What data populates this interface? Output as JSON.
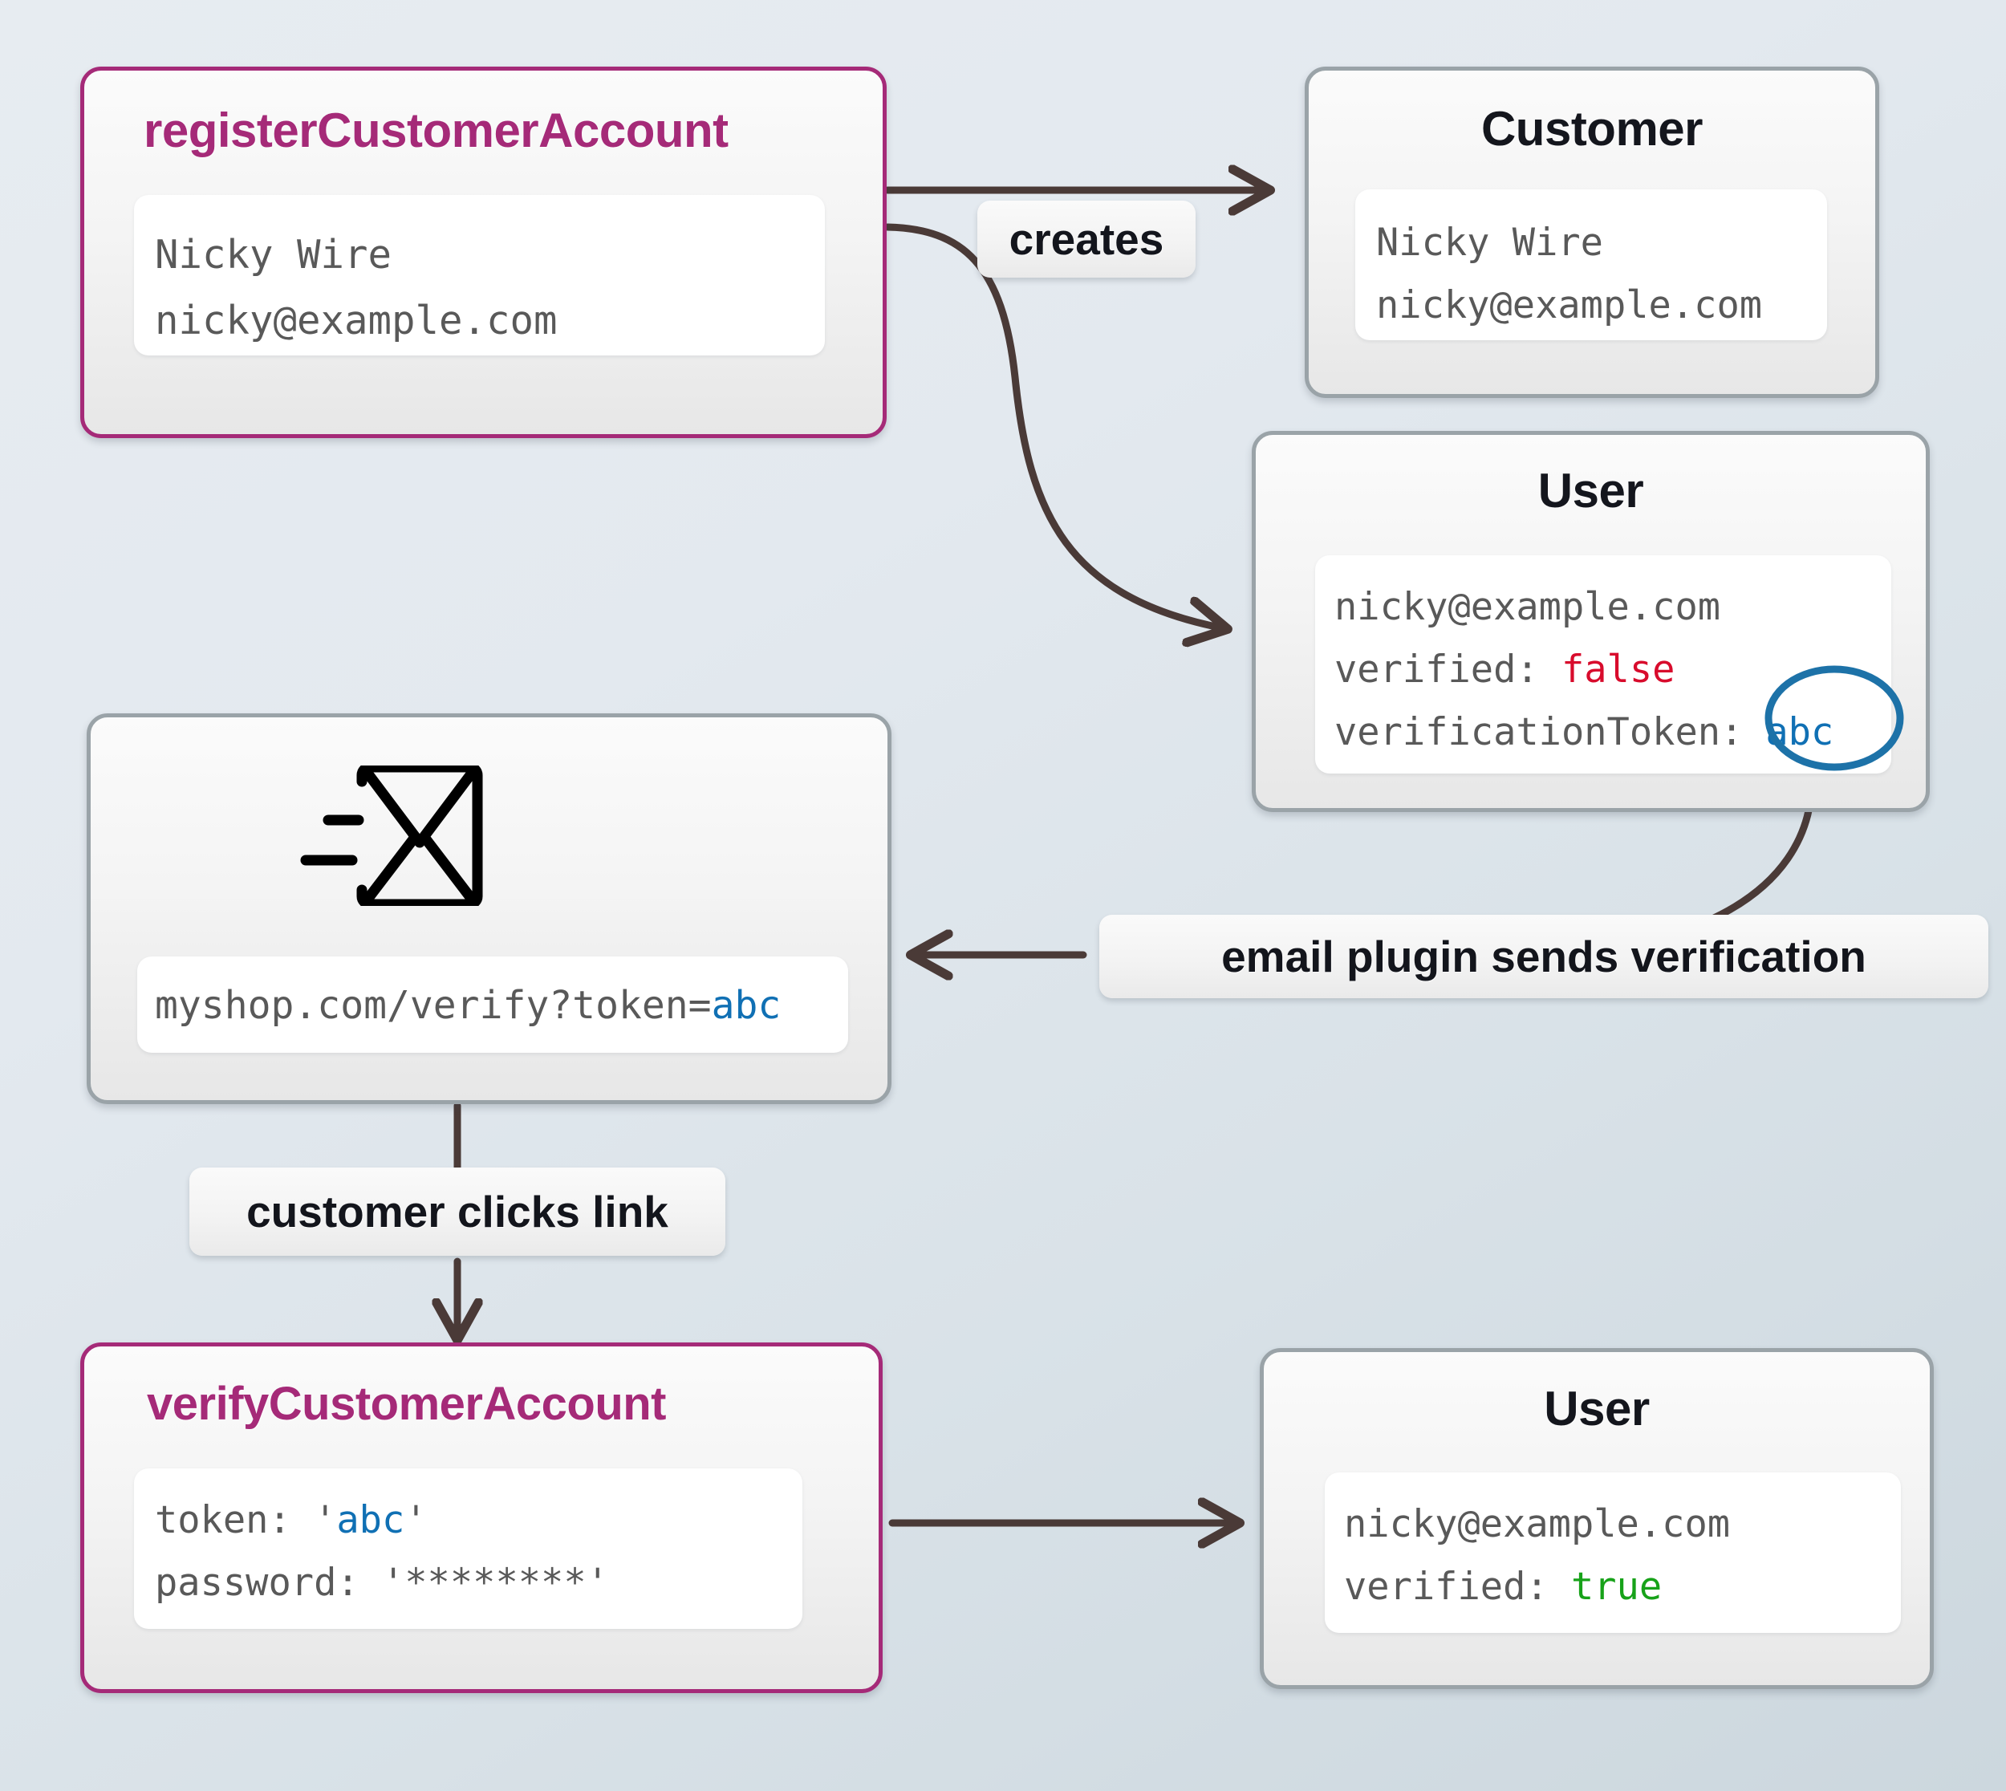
{
  "diagram": {
    "title": "customer account registration and email verification flow",
    "colors": {
      "accent": "#a52a78",
      "edge": "#4a3a37",
      "token_highlight": "#1070b4",
      "false": "#d80b2c",
      "true": "#17a219",
      "node_border": "#9aa3a8",
      "background_top": "#e7ecf1",
      "background_bottom": "#ccd7de"
    }
  },
  "nodes": {
    "register": {
      "title": "registerCustomerAccount",
      "lines": [
        "Nicky Wire",
        "nicky@example.com"
      ]
    },
    "customer": {
      "title": "Customer",
      "lines": [
        "Nicky Wire",
        "nicky@example.com"
      ]
    },
    "user_unverified": {
      "title": "User",
      "email": "nicky@example.com",
      "verified_key": "verified: ",
      "verified_value": "false",
      "token_key": "verificationToken:",
      "token_value": "abc"
    },
    "email": {
      "icon": "sent-envelope-icon",
      "url_prefix": "myshop.com/verify?token=",
      "url_token": "abc"
    },
    "verify": {
      "title": "verifyCustomerAccount",
      "token_key": "token: ",
      "token_quote_open": "'",
      "token_value": "abc",
      "token_quote_close": "'",
      "password_key": "password: ",
      "password_value": "'********'"
    },
    "user_verified": {
      "title": "User",
      "email": "nicky@example.com",
      "verified_key": "verified: ",
      "verified_value": "true"
    }
  },
  "edges": [
    {
      "id": "creates",
      "label": "creates",
      "from": "register",
      "to": "customer"
    },
    {
      "id": "creates-user",
      "label": "creates",
      "from": "register",
      "to": "user_unverified"
    },
    {
      "id": "email-sends",
      "label": "email plugin sends verification",
      "from": "user_unverified",
      "to": "email"
    },
    {
      "id": "clicks",
      "label": "customer clicks link",
      "from": "email",
      "to": "verify"
    },
    {
      "id": "verify-result",
      "label": "",
      "from": "verify",
      "to": "user_verified"
    }
  ]
}
